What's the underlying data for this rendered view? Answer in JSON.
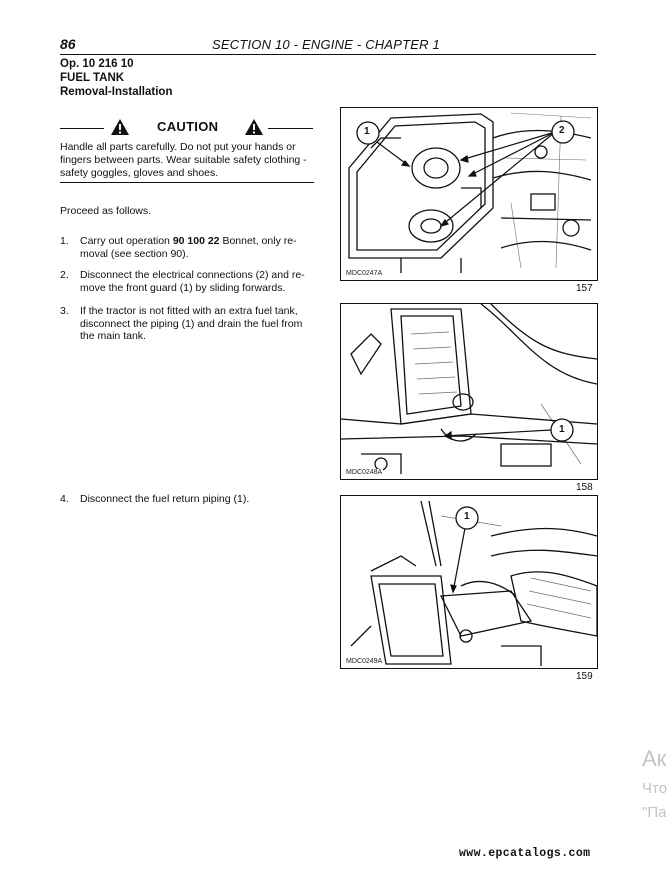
{
  "header": {
    "page_number": "86",
    "section_title": "SECTION 10 - ENGINE - CHAPTER 1"
  },
  "operation": {
    "code": "Op. 10 216 10",
    "title": "FUEL TANK",
    "subtitle": "Removal-Installation"
  },
  "caution": {
    "label": "CAUTION",
    "icon": "warning-triangle-icon",
    "text": "Handle all parts carefully. Do not put your hands or fingers between parts. Wear suitable safety clothing - safety goggles, gloves and shoes."
  },
  "intro": "Proceed as follows.",
  "steps": [
    {
      "number": "1.",
      "before": "Carry out operation ",
      "bold": "90 100 22",
      "after": " Bonnet, only re-moval (see section 90)."
    },
    {
      "number": "2.",
      "before": "Disconnect the electrical connections (2) and re-move the front guard (1) by sliding forwards.",
      "bold": "",
      "after": ""
    },
    {
      "number": "3.",
      "before": "If the tractor is not fitted with an extra fuel tank, disconnect the piping (1) and drain the fuel from the main tank.",
      "bold": "",
      "after": ""
    },
    {
      "number": "4.",
      "before": "Disconnect the fuel return piping (1).",
      "bold": "",
      "after": ""
    }
  ],
  "figures": [
    {
      "code": "MDC0247A",
      "number": "157",
      "callouts": [
        "1",
        "2"
      ]
    },
    {
      "code": "MDC0248A",
      "number": "158",
      "callouts": [
        "1"
      ]
    },
    {
      "code": "MDC0249A",
      "number": "159",
      "callouts": [
        "1"
      ]
    }
  ],
  "watermark": {
    "lines": [
      "Ак",
      "Что",
      "\"Па"
    ]
  },
  "footer": {
    "url": "www.epcatalogs.com"
  }
}
